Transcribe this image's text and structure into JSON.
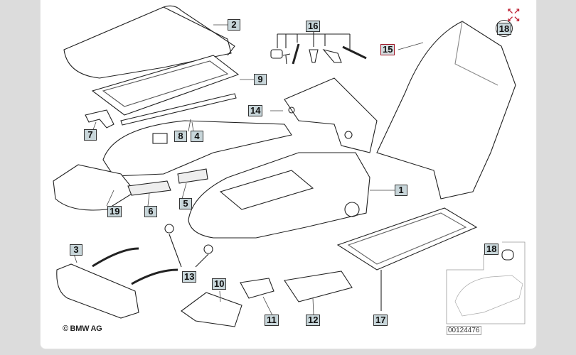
{
  "diagram": {
    "labels": {
      "p1": "1",
      "p2": "2",
      "p3": "3",
      "p4": "4",
      "p5": "5",
      "p6": "6",
      "p7": "7",
      "p8": "8",
      "p9": "9",
      "p10": "10",
      "p11": "11",
      "p12": "12",
      "p13": "13",
      "p14": "14",
      "p15": "15",
      "p16": "16",
      "p17": "17",
      "p18": "18",
      "p18b": "18",
      "p19": "19"
    },
    "copyright": "© BMW AG",
    "reference_number": "00124476",
    "highlight_color": "#a01828"
  },
  "controls": {
    "expand_icon": "expand-icon"
  }
}
